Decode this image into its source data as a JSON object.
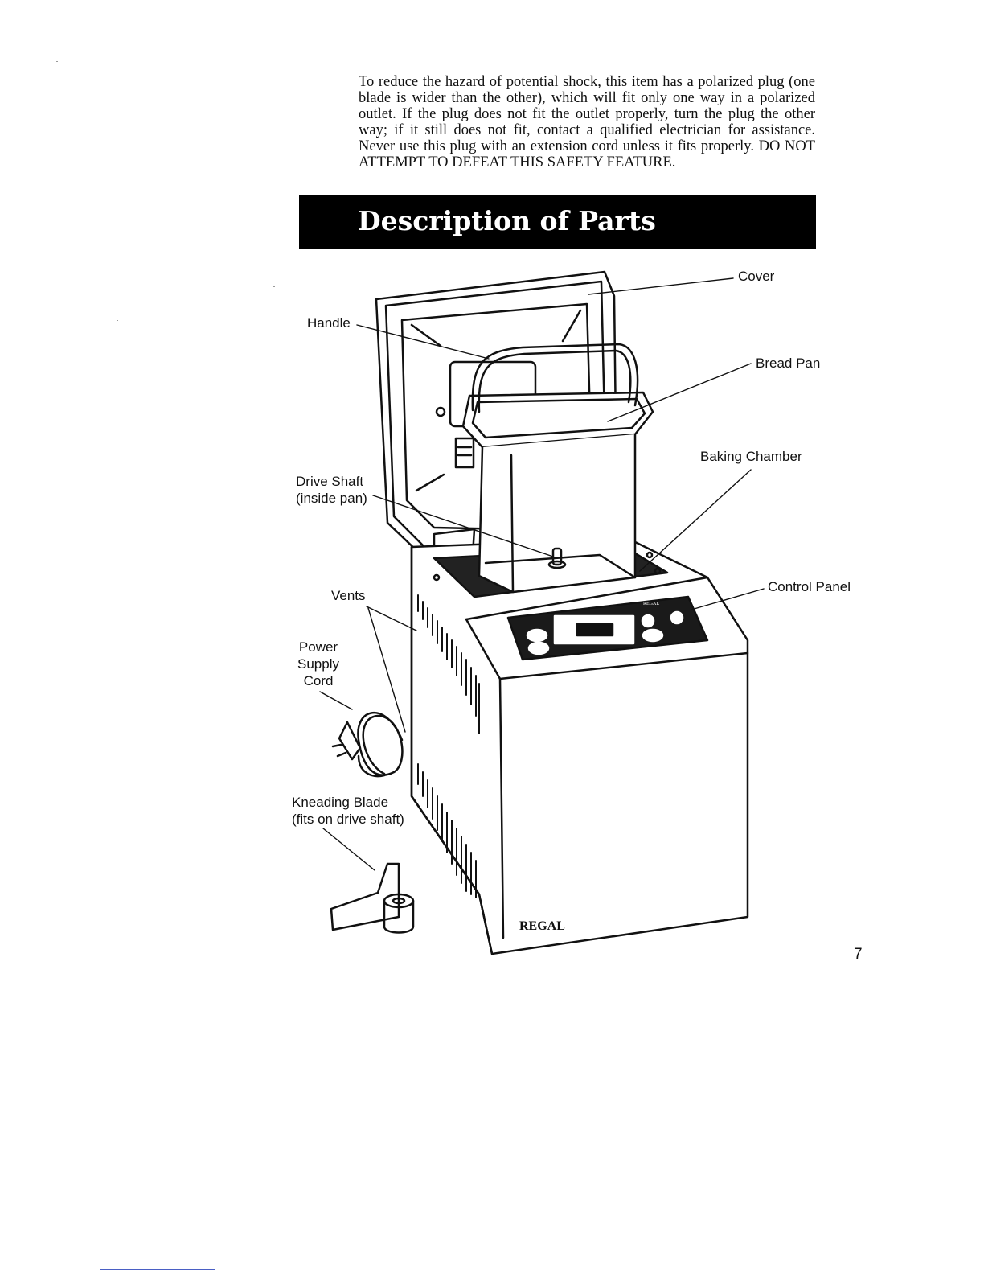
{
  "safety": {
    "paragraph": "To reduce the hazard of potential shock, this item has a polarized plug (one blade is wider than the other), which will fit only one way in a polarized outlet. If the plug does not fit the outlet properly, turn the plug the other way; if it still does not fit, contact a qualified electrician for assistance. Never use this plug with an extension cord unless it fits properly. DO NOT ATTEMPT TO DEFEAT THIS SAFETY FEATURE."
  },
  "section": {
    "title": "Description of Parts"
  },
  "labels": {
    "cover": "Cover",
    "handle": "Handle",
    "bread_pan": "Bread Pan",
    "baking_chamber": "Baking Chamber",
    "drive_shaft": "Drive Shaft\n(inside pan)",
    "control_panel": "Control Panel",
    "vents": "Vents",
    "power_cord": "Power\nSupply\nCord",
    "kneading_blade": "Kneading Blade\n(fits on drive shaft)"
  },
  "appliance": {
    "brand": "REGAL",
    "panel_brand": "REGAL"
  },
  "page": {
    "number": "7"
  }
}
